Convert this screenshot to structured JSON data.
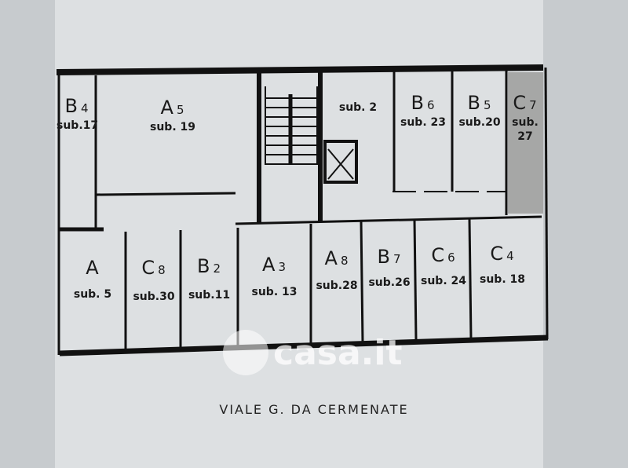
{
  "rooms": {
    "b4": {
      "code": "B",
      "num": "4",
      "sub": "sub.17"
    },
    "a5": {
      "code": "A",
      "num": "5",
      "sub": "sub. 19"
    },
    "s2": {
      "sub": "sub. 2"
    },
    "b6": {
      "code": "B",
      "num": "6",
      "sub": "sub. 23"
    },
    "b5": {
      "code": "B",
      "num": "5",
      "sub": "sub.20"
    },
    "c7": {
      "code": "C",
      "num": "7",
      "sub": "sub.",
      "sub2": "27"
    },
    "a": {
      "code": "A",
      "num": "",
      "sub": "sub. 5"
    },
    "c8": {
      "code": "C",
      "num": "8",
      "sub": "sub.30"
    },
    "b2": {
      "code": "B",
      "num": "2",
      "sub": "sub.11"
    },
    "a3": {
      "code": "A",
      "num": "3",
      "sub": "sub. 13"
    },
    "a8": {
      "code": "A",
      "num": "8",
      "sub": "sub.28"
    },
    "b7": {
      "code": "B",
      "num": "7",
      "sub": "sub.26"
    },
    "c6": {
      "code": "C",
      "num": "6",
      "sub": "sub. 24"
    },
    "c4": {
      "code": "C",
      "num": "4",
      "sub": "sub. 18"
    }
  },
  "street": "VIALE G. DA CERMENATE",
  "watermark": "casa.it"
}
